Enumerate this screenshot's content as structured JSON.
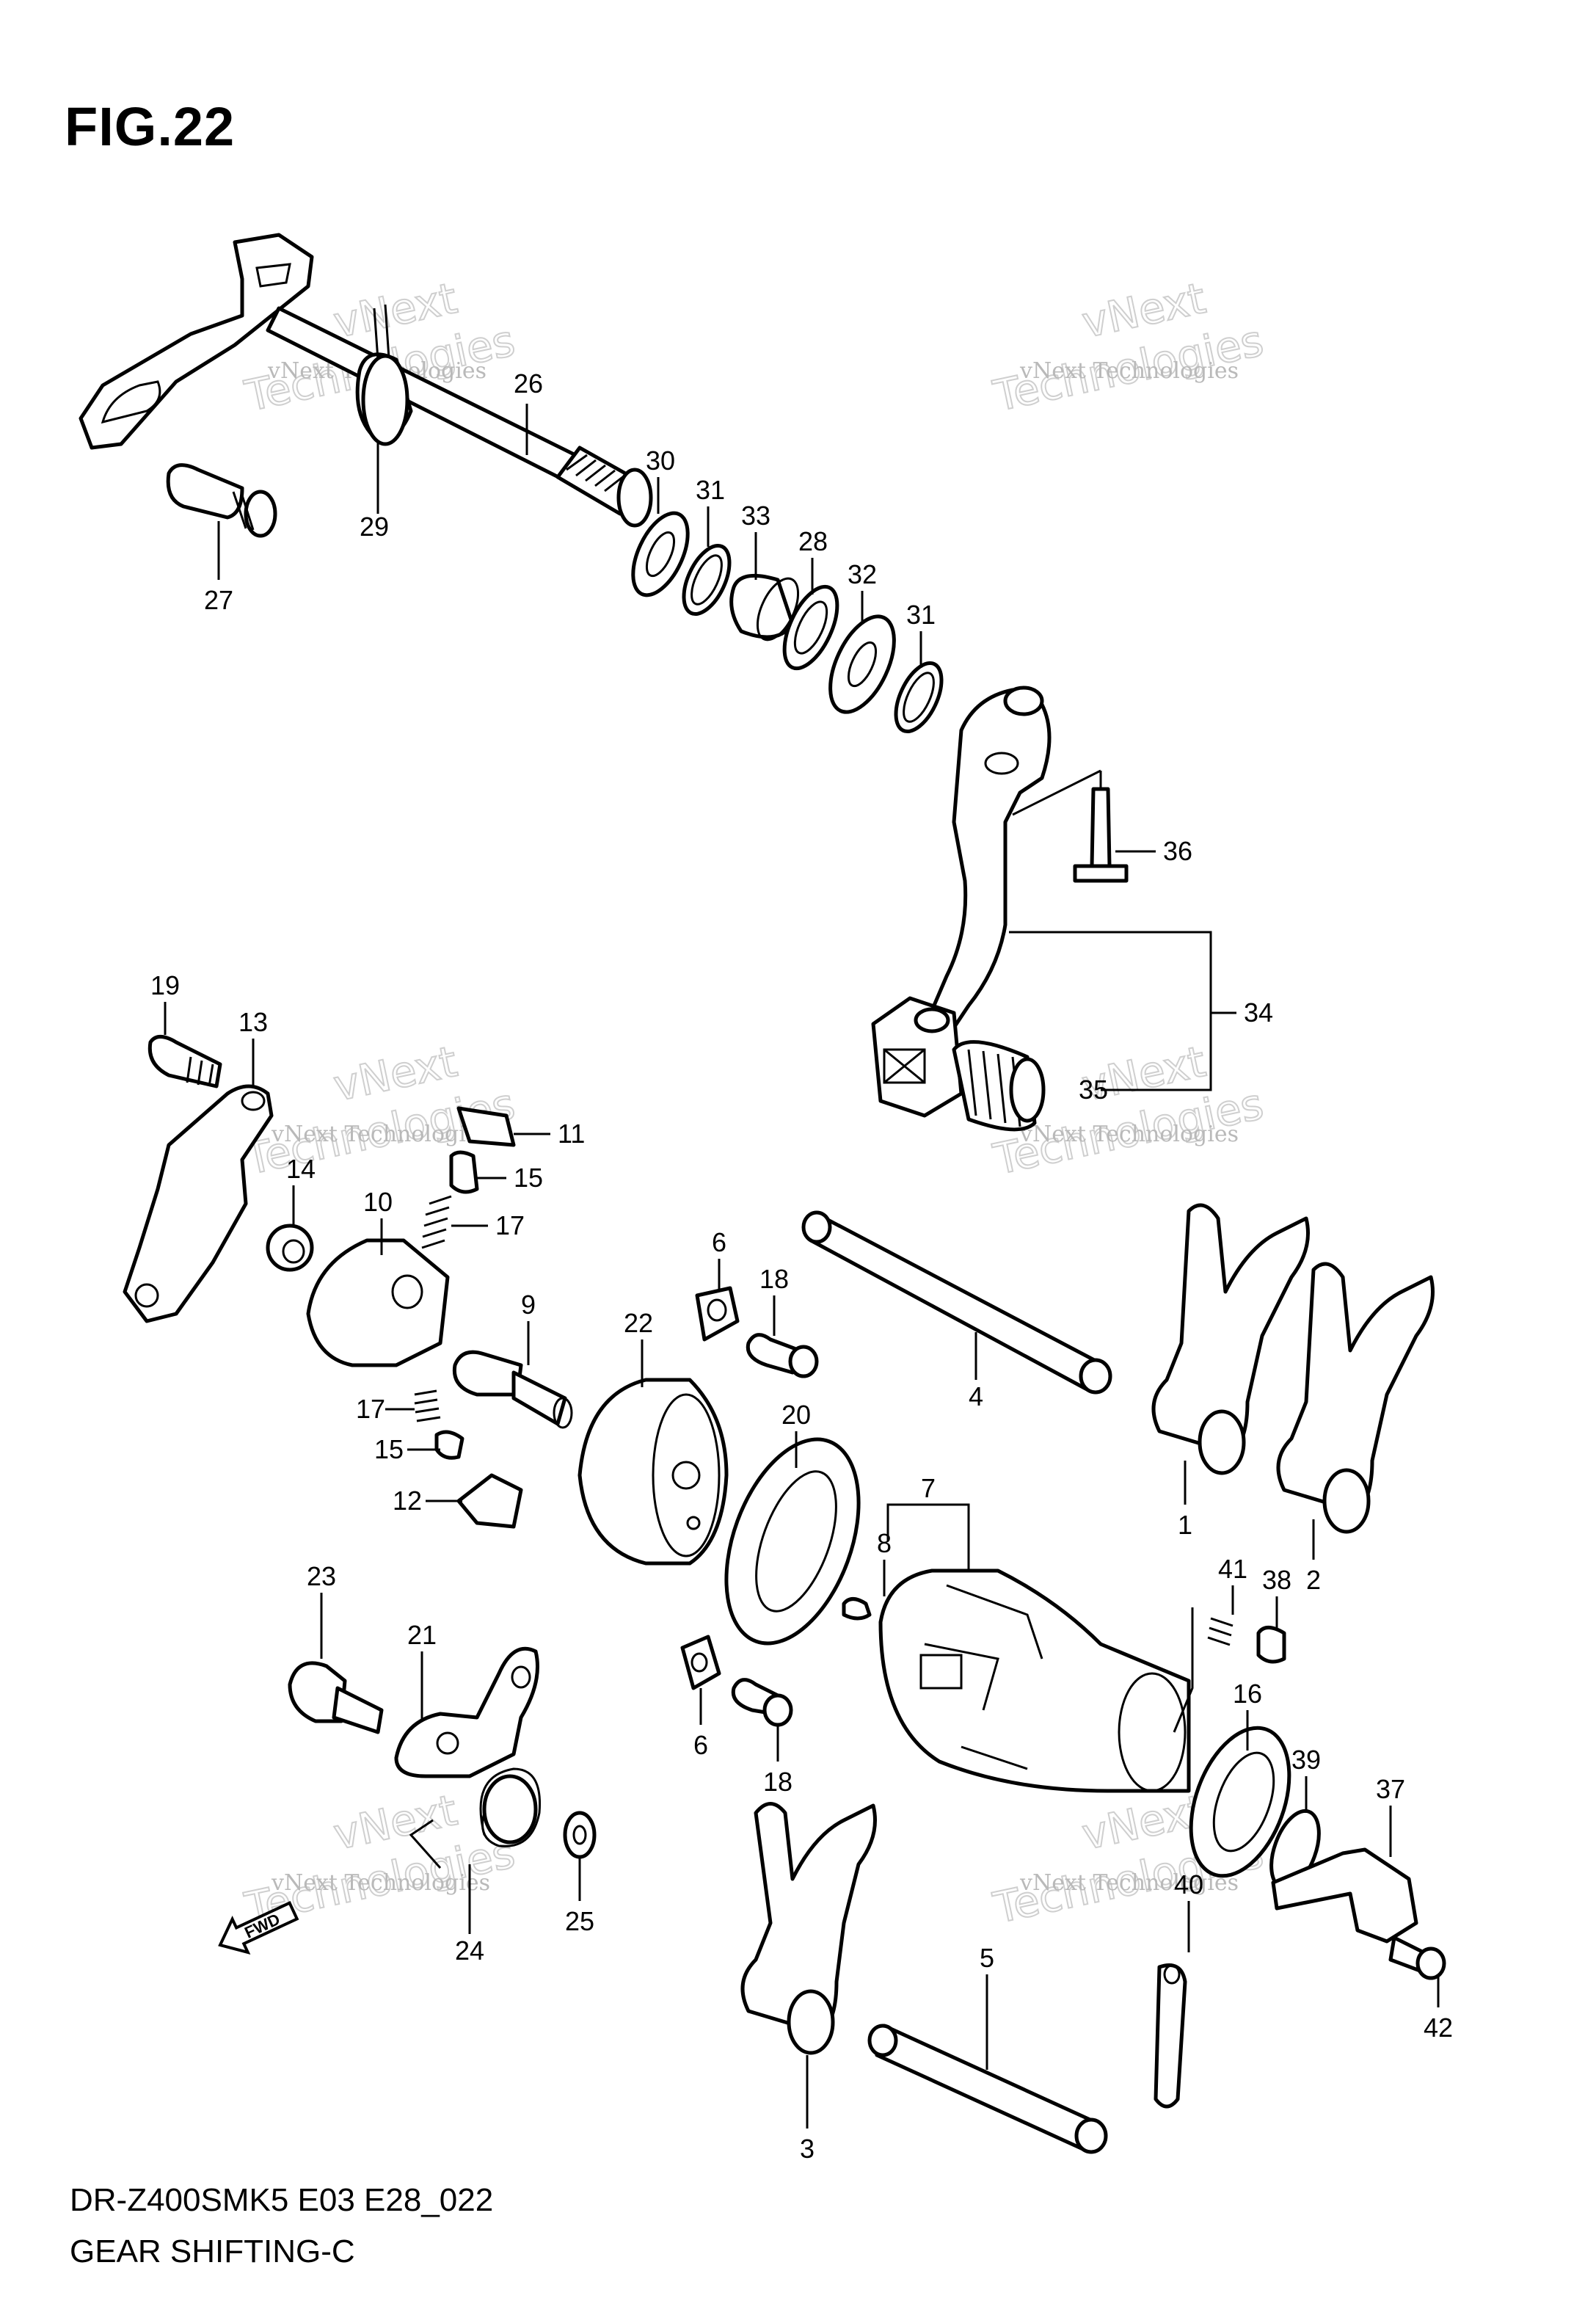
{
  "figure": {
    "title": "FIG.22",
    "footer_code": "DR-Z400SMK5 E03 E28_022",
    "footer_title": "GEAR SHIFTING-C"
  },
  "watermarks": [
    {
      "id": "wm1",
      "line1": "vNext Technologies",
      "line2": "vNext",
      "line3": "Technologies"
    },
    {
      "id": "wm2",
      "line1": "vNext Technologies",
      "line2": "vNext",
      "line3": "Technologies"
    },
    {
      "id": "wm3",
      "line1": "vNext Technologies",
      "line2": "vNext",
      "line3": "Technologies"
    },
    {
      "id": "wm4",
      "line1": "vNext Technologies",
      "line2": "vNext",
      "line3": "Technologies"
    },
    {
      "id": "wm5",
      "line1": "vNext Technologies",
      "line2": "vNext",
      "line3": "Technologies"
    },
    {
      "id": "wm6",
      "line1": "vNext Technologies",
      "line2": "vNext",
      "line3": "Technologies"
    }
  ],
  "fwd_badge": "FWD",
  "callouts": [
    {
      "id": "c26",
      "label": "26"
    },
    {
      "id": "c29",
      "label": "29"
    },
    {
      "id": "c27",
      "label": "27"
    },
    {
      "id": "c30",
      "label": "30"
    },
    {
      "id": "c31a",
      "label": "31"
    },
    {
      "id": "c33",
      "label": "33"
    },
    {
      "id": "c28",
      "label": "28"
    },
    {
      "id": "c32",
      "label": "32"
    },
    {
      "id": "c31b",
      "label": "31"
    },
    {
      "id": "c36",
      "label": "36"
    },
    {
      "id": "c34",
      "label": "34"
    },
    {
      "id": "c35",
      "label": "35"
    },
    {
      "id": "c19",
      "label": "19"
    },
    {
      "id": "c13",
      "label": "13"
    },
    {
      "id": "c11",
      "label": "11"
    },
    {
      "id": "c15a",
      "label": "15"
    },
    {
      "id": "c14",
      "label": "14"
    },
    {
      "id": "c17a",
      "label": "17"
    },
    {
      "id": "c10",
      "label": "10"
    },
    {
      "id": "c6a",
      "label": "6"
    },
    {
      "id": "c18a",
      "label": "18"
    },
    {
      "id": "c9",
      "label": "9"
    },
    {
      "id": "c22",
      "label": "22"
    },
    {
      "id": "c4",
      "label": "4"
    },
    {
      "id": "c17b",
      "label": "17"
    },
    {
      "id": "c15b",
      "label": "15"
    },
    {
      "id": "c20",
      "label": "20"
    },
    {
      "id": "c12",
      "label": "12"
    },
    {
      "id": "c7",
      "label": "7"
    },
    {
      "id": "c8",
      "label": "8"
    },
    {
      "id": "c1",
      "label": "1"
    },
    {
      "id": "c2",
      "label": "2"
    },
    {
      "id": "c23",
      "label": "23"
    },
    {
      "id": "c41",
      "label": "41"
    },
    {
      "id": "c38",
      "label": "38"
    },
    {
      "id": "c21",
      "label": "21"
    },
    {
      "id": "c16",
      "label": "16"
    },
    {
      "id": "c6b",
      "label": "6"
    },
    {
      "id": "c18b",
      "label": "18"
    },
    {
      "id": "c39",
      "label": "39"
    },
    {
      "id": "c37",
      "label": "37"
    },
    {
      "id": "c40",
      "label": "40"
    },
    {
      "id": "c24",
      "label": "24"
    },
    {
      "id": "c25",
      "label": "25"
    },
    {
      "id": "c5",
      "label": "5"
    },
    {
      "id": "c42",
      "label": "42"
    },
    {
      "id": "c3",
      "label": "3"
    }
  ]
}
